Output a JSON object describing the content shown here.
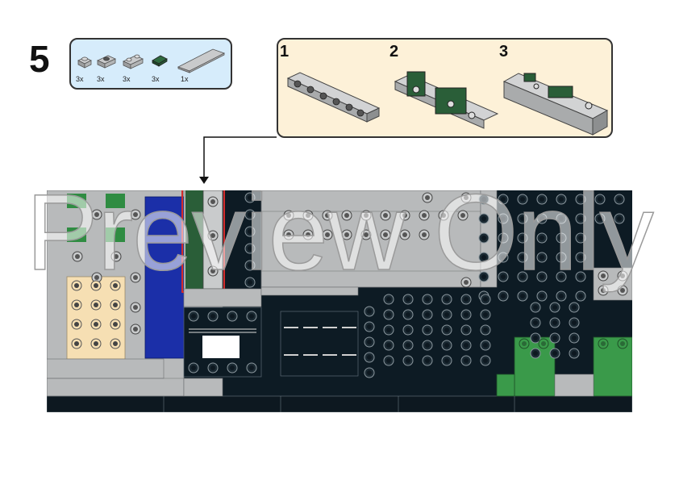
{
  "step": {
    "number": "5"
  },
  "parts": [
    {
      "name": "plate-1x1",
      "qty": "3x"
    },
    {
      "name": "plate-1x2-stud",
      "qty": "3x"
    },
    {
      "name": "plate-1x2-bracket",
      "qty": "3x"
    },
    {
      "name": "tile-1x1-green",
      "qty": "3x"
    },
    {
      "name": "tile-1x6",
      "qty": "1x"
    }
  ],
  "subassembly": {
    "steps": [
      "1",
      "2",
      "3"
    ]
  },
  "watermark": "Preview Only",
  "colors": {
    "parts_bg": "#d6ecfb",
    "sub_bg": "#fdf1d8",
    "dark": "#0d1b24",
    "grey": "#b8babb",
    "green": "#3a9a4a",
    "dark_green": "#1f5e34",
    "tan": "#f6dfb3",
    "blue": "#1b2fa8",
    "highlight": "#d32b2b"
  }
}
